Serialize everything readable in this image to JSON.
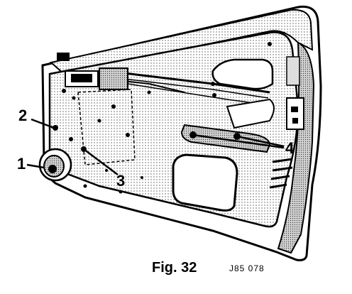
{
  "figure": {
    "caption": "Fig. 32",
    "reference": "J85 078"
  },
  "callouts": [
    {
      "id": "1",
      "label": "1"
    },
    {
      "id": "2",
      "label": "2"
    },
    {
      "id": "3",
      "label": "3"
    },
    {
      "id": "4",
      "label": "4"
    }
  ],
  "colors": {
    "ink": "#000000",
    "paper": "#ffffff",
    "shade": "#bdbdbd"
  }
}
